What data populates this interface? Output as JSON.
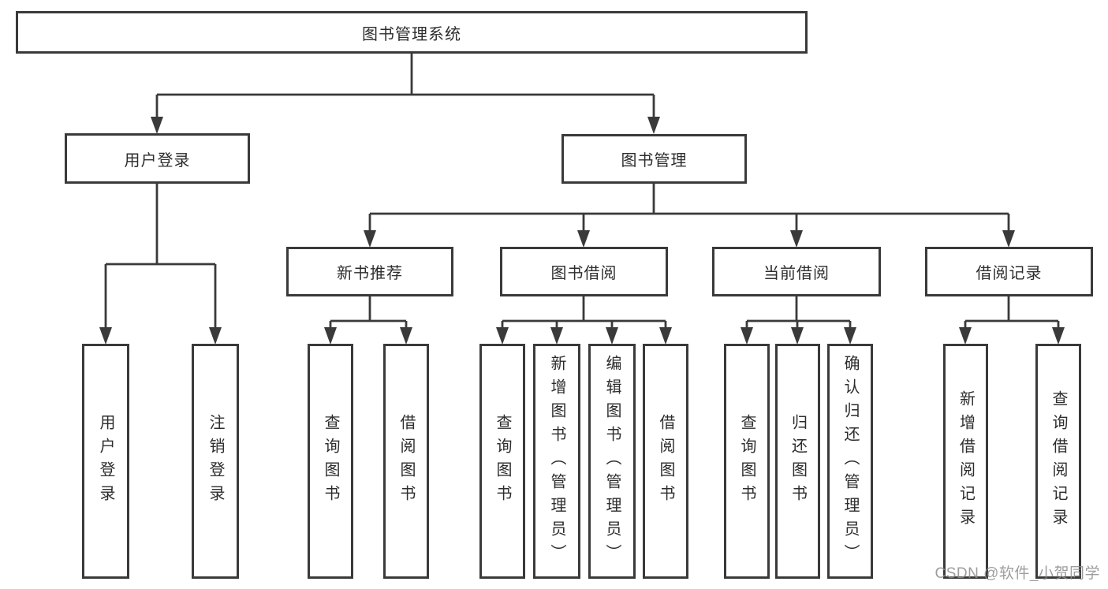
{
  "diagram": {
    "root": "图书管理系统",
    "branches": [
      {
        "label": "用户登录",
        "leaves": [
          "用户登录",
          "注销登录"
        ]
      },
      {
        "label": "图书管理",
        "groups": [
          {
            "label": "新书推荐",
            "leaves": [
              "查询图书",
              "借阅图书"
            ]
          },
          {
            "label": "图书借阅",
            "leaves": [
              "查询图书",
              "新增图书（管理员）",
              "编辑图书（管理员）",
              "借阅图书"
            ]
          },
          {
            "label": "当前借阅",
            "leaves": [
              "查询图书",
              "归还图书",
              "确认归还（管理员）"
            ]
          },
          {
            "label": "借阅记录",
            "leaves": [
              "新增借阅记录",
              "查询借阅记录"
            ]
          }
        ]
      }
    ]
  },
  "watermark": "CSDN @软件_小贺同学",
  "colors": {
    "line": "#3a3a3a",
    "text": "#2d2d2d",
    "watermark": "#8c8c8c",
    "background": "#ffffff"
  }
}
